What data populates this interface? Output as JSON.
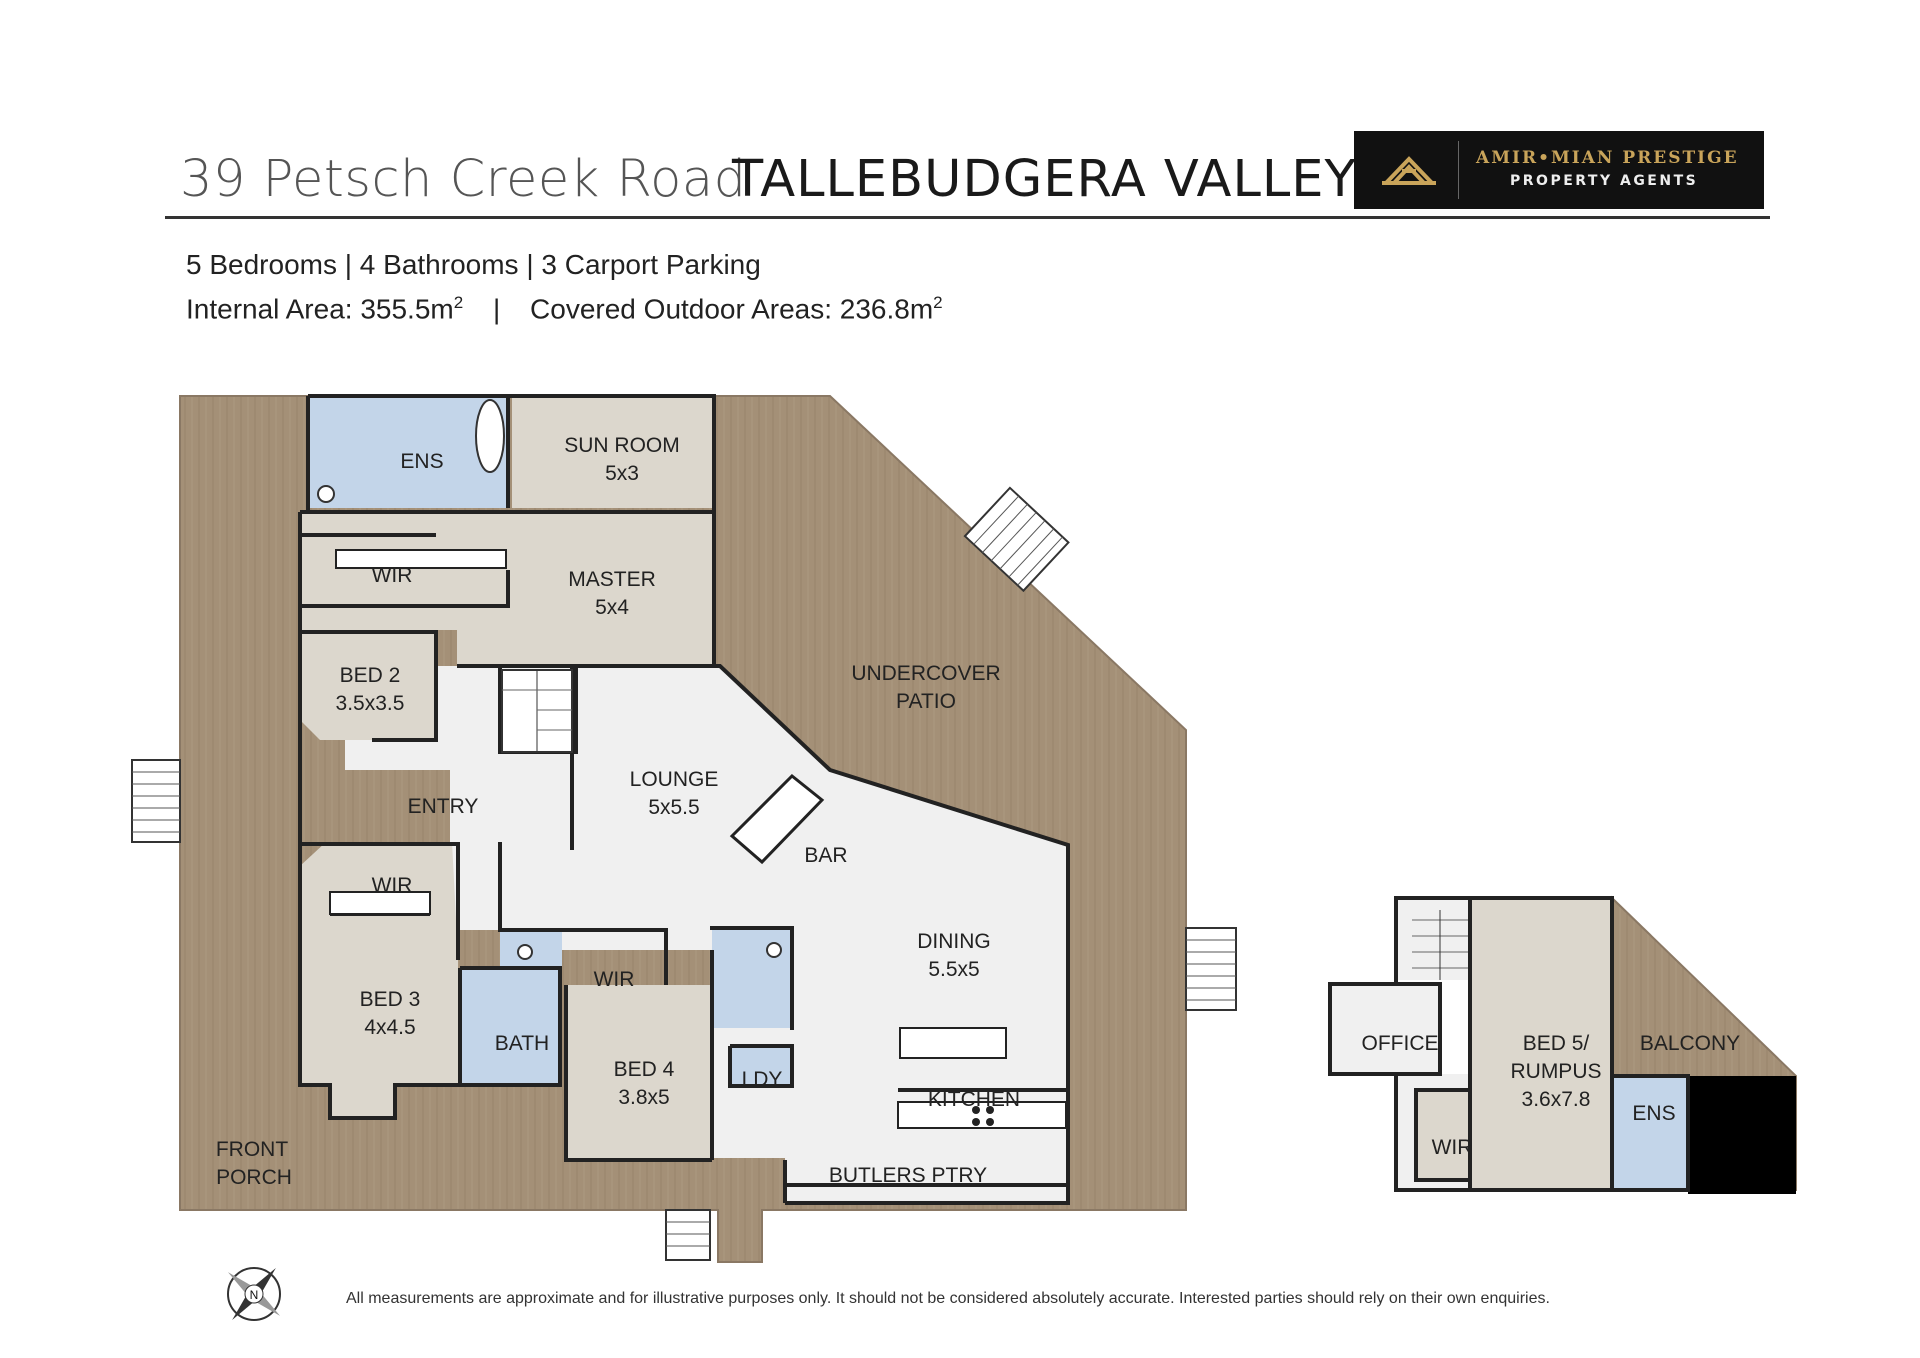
{
  "header": {
    "address": "39 Petsch Creek Road",
    "suburb": "TALLEBUDGERA VALLEY"
  },
  "logo": {
    "line1": "AMIR•MIAN PRESTIGE",
    "line2": "PROPERTY AGENTS"
  },
  "stats": {
    "line1": "5 Bedrooms   |   4 Bathrooms   |   3 Carport Parking",
    "internal_label": "Internal Area: 355.5m",
    "internal_sup": "2",
    "separator": "|",
    "outdoor_label": "Covered Outdoor Areas: 236.8m",
    "outdoor_sup": "2"
  },
  "rooms": {
    "ens": "ENS",
    "sun_room": "SUN ROOM",
    "sun_room_size": "5x3",
    "wir_master": "WIR",
    "master": "MASTER",
    "master_size": "5x4",
    "undercover_1": "UNDERCOVER",
    "undercover_2": "PATIO",
    "bed2": "BED 2",
    "bed2_size": "3.5x3.5",
    "lounge": "LOUNGE",
    "lounge_size": "5x5.5",
    "entry": "ENTRY",
    "bar": "BAR",
    "wir_bed3": "WIR",
    "dining": "DINING",
    "dining_size": "5.5x5",
    "bed3": "BED 3",
    "bed3_size": "4x4.5",
    "wir_bed4": "WIR",
    "bath": "BATH",
    "bed4": "BED 4",
    "bed4_size": "3.8x5",
    "ldy": "LDY",
    "kitchen": "KITCHEN",
    "front_porch_1": "FRONT",
    "front_porch_2": "PORCH",
    "butlers": "BUTLERS PTRY",
    "office": "OFFICE",
    "bed5_1": "BED 5/",
    "bed5_2": "RUMPUS",
    "bed5_size": "3.6x7.8",
    "balcony": "BALCONY",
    "ens2": "ENS",
    "wir_bed5": "WIR"
  },
  "compass_letter": "N",
  "disclaimer": "All measurements are approximate and for illustrative purposes only. It should not be considered absolutely accurate. Interested parties should rely on their own enquiries.",
  "colors": {
    "deck": "#a49077",
    "bedroom": "#dcd7cd",
    "living": "#f0f0f0",
    "wet": "#c3d5e9",
    "wall": "#222222"
  }
}
